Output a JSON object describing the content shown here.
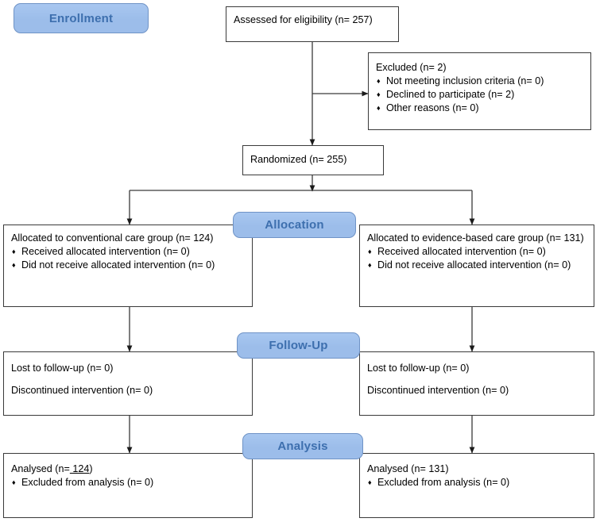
{
  "diagram": {
    "title": "CONSORT participant flow diagram",
    "line_color": "#3a3a3a",
    "badge_fill": "#9cbdea",
    "badge_text_color": "#3d6fae",
    "bullet_glyph": "♦"
  },
  "badges": {
    "enrollment": "Enrollment",
    "allocation": "Allocation",
    "followup": "Follow-Up",
    "analysis": "Analysis"
  },
  "boxes": {
    "assessed": {
      "line": "Assessed for eligibility (n= 257)"
    },
    "excluded": {
      "heading": "Excluded (n= 2)",
      "items": [
        "Not meeting inclusion criteria (n= 0)",
        "Declined to participate (n= 2)",
        "Other reasons (n= 0)"
      ]
    },
    "randomized": {
      "line": "Randomized (n= 255)"
    },
    "allocation_left": {
      "heading": "Allocated to conventional care group (n= 124)",
      "items": [
        "Received allocated intervention (n= 0)",
        "Did not receive allocated intervention (n= 0)"
      ]
    },
    "allocation_right": {
      "heading": "Allocated to evidence-based care group (n= 131)",
      "items": [
        "Received allocated intervention (n= 0)",
        "Did not receive allocated intervention (n= 0)"
      ]
    },
    "followup_left": {
      "line1": "Lost to follow-up (n= 0)",
      "line2": "Discontinued intervention (n= 0)"
    },
    "followup_right": {
      "line1": "Lost to follow-up (n= 0)",
      "line2": "Discontinued intervention (n= 0)"
    },
    "analysis_left": {
      "heading_prefix": "Analysed (n=",
      "heading_value": "  124",
      "heading_suffix": ")",
      "items": [
        "Excluded from analysis (n= 0)"
      ]
    },
    "analysis_right": {
      "heading": "Analysed (n= 131)",
      "items": [
        "Excluded from analysis (n= 0)"
      ]
    }
  }
}
